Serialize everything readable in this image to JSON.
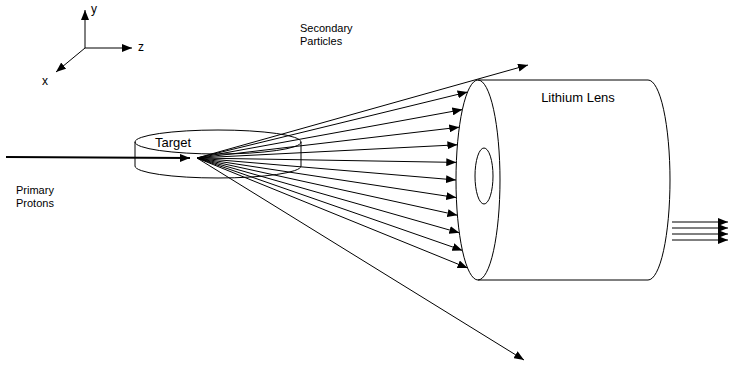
{
  "diagram": {
    "nodes": [
      {
        "text": [
          "Target"
        ]
      },
      {
        "text": [
          "Lithium Lens"
        ]
      }
    ],
    "edges": [
      {
        "from": 0,
        "to": 1,
        "arrow": "to"
      },
      {
        "from": 0,
        "to": 1,
        "arrow": "to"
      },
      {
        "from": 0,
        "to": 1,
        "arrow": "to"
      },
      {
        "from": 0,
        "to": 1,
        "arrow": "to"
      },
      {
        "from": 0,
        "to": 1,
        "arrow": "to"
      },
      {
        "from": 0,
        "to": 1,
        "arrow": "to"
      },
      {
        "from": 0,
        "to": 1,
        "arrow": "to"
      },
      {
        "from": 0,
        "to": 1,
        "arrow": "to"
      },
      {
        "from": 0,
        "to": 1,
        "arrow": "to"
      },
      {
        "from": 0,
        "to": 1,
        "arrow": "to"
      },
      {
        "from": 0,
        "to": 1,
        "arrow": "to"
      }
    ],
    "labels": [
      "y",
      "z",
      "x",
      "Secondary Particles",
      "Primary Protons"
    ]
  }
}
